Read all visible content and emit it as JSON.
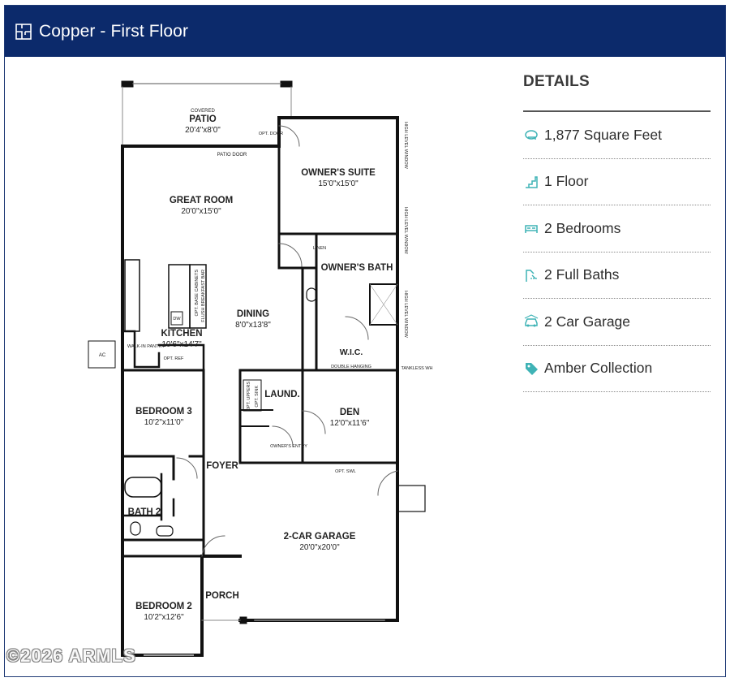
{
  "header": {
    "title": "Copper - First Floor",
    "bg": "#0c2a6b"
  },
  "details": {
    "heading": "DETAILS",
    "accent": "#3fb3b6",
    "items": [
      {
        "icon": "square-feet-icon",
        "label": "1,877 Square Feet"
      },
      {
        "icon": "stairs-icon",
        "label": "1 Floor"
      },
      {
        "icon": "bed-icon",
        "label": "2 Bedrooms"
      },
      {
        "icon": "shower-icon",
        "label": "2 Full Baths"
      },
      {
        "icon": "car-icon",
        "label": "2 Car Garage"
      },
      {
        "icon": "tag-icon",
        "label": "Amber Collection"
      }
    ]
  },
  "rooms": {
    "covered": "COVERED",
    "patio": "PATIO",
    "patio_dim": "20'4\"x8'0\"",
    "patio_door": "PATIO DOOR",
    "opt_door": "OPT. DOOR",
    "great_room": "GREAT ROOM",
    "great_room_dim": "20'0\"x15'0\"",
    "owners_suite": "OWNER'S SUITE",
    "owners_suite_dim": "15'0\"x15'0\"",
    "high_level_window": "HIGH LEVEL WINDOW",
    "owners_bath": "OWNER'S BATH",
    "linen": "LINEN",
    "kitchen": "KITCHEN",
    "kitchen_dim": "10'6\"x14'7\"",
    "dw": "DW",
    "opt_base_cabinets": "OPT. BASE CABINETS",
    "flush_breakfast_bar": "FLUSH BREAKFAST BAR",
    "dining": "DINING",
    "dining_dim": "8'0\"x13'8\"",
    "walk_in_pantry": "WALK-IN PANTRY",
    "opt_ref": "OPT. REF",
    "ac": "AC",
    "wic": "W.I.C.",
    "double_hanging": "DOUBLE HANGING",
    "tankless_wh": "TANKLESS WH",
    "bedroom3": "BEDROOM 3",
    "bedroom3_dim": "10'2\"x11'0\"",
    "laund": "LAUND.",
    "opt_uppers": "OPT. UPPERS",
    "opt_sink": "OPT. SINK",
    "den": "DEN",
    "den_dim": "12'0\"x11'6\"",
    "owners_entry": "OWNER'S ENTRY",
    "foyer": "FOYER",
    "bath2": "BATH 2",
    "opt_swl": "OPT. SWL",
    "garage": "2-CAR GARAGE",
    "garage_dim": "20'0\"x20'0\"",
    "porch": "PORCH",
    "bedroom2": "BEDROOM 2",
    "bedroom2_dim": "10'2\"x12'6\""
  },
  "watermark": "©2026 ARMLS"
}
